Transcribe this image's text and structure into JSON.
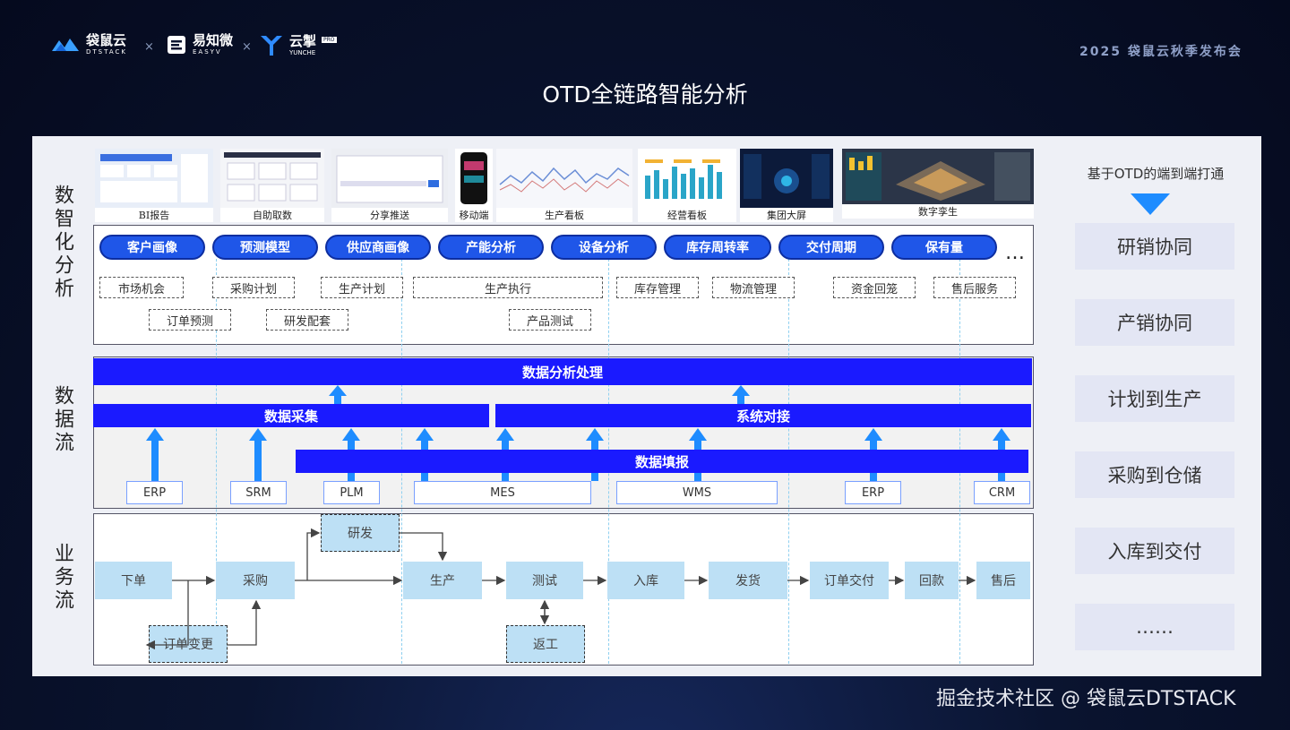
{
  "header": {
    "logos": [
      {
        "name": "袋鼠云",
        "sub": "DTSTACK"
      },
      {
        "name": "易知微",
        "sub": "EASYV"
      },
      {
        "name": "云掣",
        "sub": "YUNCHE",
        "badge": "PRO"
      }
    ],
    "separator": "×",
    "event": "2025 袋鼠云秋季发布会"
  },
  "title": "OTD全链路智能分析",
  "side_labels": {
    "analysis": "数智化分析",
    "dataflow": "数据流",
    "bizflow": "业务流"
  },
  "thumbnails": [
    "BI报告",
    "自助取数",
    "分享推送",
    "移动端",
    "生产看板",
    "经营看板",
    "集团大屏",
    "数字孪生"
  ],
  "analysis_pills": [
    "客户画像",
    "预测模型",
    "供应商画像",
    "产能分析",
    "设备分析",
    "库存周转率",
    "交付周期",
    "保有量"
  ],
  "ellipsis": "…",
  "scenarios_row1": [
    "市场机会",
    "采购计划",
    "生产计划",
    "生产执行",
    "库存管理",
    "物流管理",
    "资金回笼",
    "售后服务"
  ],
  "scenarios_row2": [
    "订单预测",
    "研发配套",
    "产品测试"
  ],
  "dataflow": {
    "processing": "数据分析处理",
    "collection": "数据采集",
    "integration": "系统对接",
    "reporting": "数据填报",
    "systems": [
      "ERP",
      "SRM",
      "PLM",
      "MES",
      "WMS",
      "ERP",
      "CRM"
    ]
  },
  "bizflow": {
    "main": [
      "下单",
      "采购",
      "生产",
      "测试",
      "入库",
      "发货",
      "订单交付",
      "回款",
      "售后"
    ],
    "rd": "研发",
    "order_change": "订单变更",
    "rework": "返工"
  },
  "right": {
    "heading": "基于OTD的端到端打通",
    "items": [
      "研销协同",
      "产销协同",
      "计划到生产",
      "采购到仓储",
      "入库到交付",
      "……"
    ]
  },
  "watermark": "掘金技术社区 @ 袋鼠云DTSTACK",
  "colors": {
    "primary_blue": "#1f56e8",
    "bar_blue": "#1a1aff",
    "arrow_blue": "#1e8cff",
    "process_fill": "#bde0f5",
    "accent_triangle": "#1e8cff"
  }
}
